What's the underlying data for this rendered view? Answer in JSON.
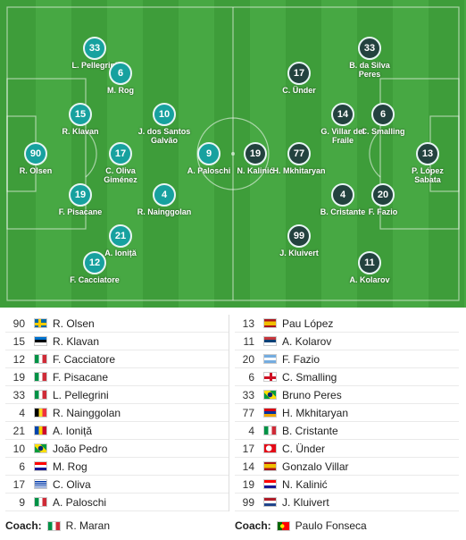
{
  "home_players": [
    {
      "num": "90",
      "name": "R. Olsen"
    },
    {
      "num": "15",
      "name": "R. Klavan"
    },
    {
      "num": "17",
      "name": "C. Oliva Giménez"
    },
    {
      "num": "19",
      "name": "F. Pisacane"
    },
    {
      "num": "33",
      "name": "L. Pellegrini"
    },
    {
      "num": "6",
      "name": "M. Rog"
    },
    {
      "num": "10",
      "name": "J. dos Santos Galvão"
    },
    {
      "num": "4",
      "name": "R. Nainggolan"
    },
    {
      "num": "21",
      "name": "A. Ioniță"
    },
    {
      "num": "12",
      "name": "F. Cacciatore"
    },
    {
      "num": "9",
      "name": "A. Paloschi"
    }
  ],
  "away_players": [
    {
      "num": "13",
      "name": "P. López Sabata"
    },
    {
      "num": "33",
      "name": "B. da Silva Peres"
    },
    {
      "num": "6",
      "name": "C. Smalling"
    },
    {
      "num": "14",
      "name": "G. Villar del Fraile"
    },
    {
      "num": "20",
      "name": "F. Fazio"
    },
    {
      "num": "4",
      "name": "B. Cristante"
    },
    {
      "num": "11",
      "name": "A. Kolarov"
    },
    {
      "num": "17",
      "name": "C. Ünder"
    },
    {
      "num": "77",
      "name": "H. Mkhitaryan"
    },
    {
      "num": "19",
      "name": "N. Kalinić"
    },
    {
      "num": "99",
      "name": "J. Kluivert"
    }
  ],
  "home_lineup": [
    {
      "num": "90",
      "name": "R. Olsen",
      "flag": "se"
    },
    {
      "num": "15",
      "name": "R. Klavan",
      "flag": "ee"
    },
    {
      "num": "12",
      "name": "F. Cacciatore",
      "flag": "it"
    },
    {
      "num": "19",
      "name": "F. Pisacane",
      "flag": "it"
    },
    {
      "num": "33",
      "name": "L. Pellegrini",
      "flag": "it"
    },
    {
      "num": "4",
      "name": "R. Nainggolan",
      "flag": "be"
    },
    {
      "num": "21",
      "name": "A. Ioniță",
      "flag": "md"
    },
    {
      "num": "10",
      "name": "João Pedro",
      "flag": "br"
    },
    {
      "num": "6",
      "name": "M. Rog",
      "flag": "hr"
    },
    {
      "num": "17",
      "name": "C. Oliva",
      "flag": "uy"
    },
    {
      "num": "9",
      "name": "A. Paloschi",
      "flag": "it"
    }
  ],
  "away_lineup": [
    {
      "num": "13",
      "name": "Pau López",
      "flag": "es"
    },
    {
      "num": "11",
      "name": "A. Kolarov",
      "flag": "rs"
    },
    {
      "num": "20",
      "name": "F. Fazio",
      "flag": "ar"
    },
    {
      "num": "6",
      "name": "C. Smalling",
      "flag": "en"
    },
    {
      "num": "33",
      "name": "Bruno Peres",
      "flag": "br"
    },
    {
      "num": "77",
      "name": "H. Mkhitaryan",
      "flag": "am"
    },
    {
      "num": "4",
      "name": "B. Cristante",
      "flag": "it"
    },
    {
      "num": "17",
      "name": "C. Ünder",
      "flag": "tr"
    },
    {
      "num": "14",
      "name": "Gonzalo Villar",
      "flag": "es"
    },
    {
      "num": "19",
      "name": "N. Kalinić",
      "flag": "hr"
    },
    {
      "num": "99",
      "name": "J. Kluivert",
      "flag": "nl"
    }
  ],
  "coach_label": "Coach:",
  "home_coach": {
    "name": "R. Maran",
    "flag": "it"
  },
  "away_coach": {
    "name": "Paulo Fonseca",
    "flag": "pt"
  }
}
